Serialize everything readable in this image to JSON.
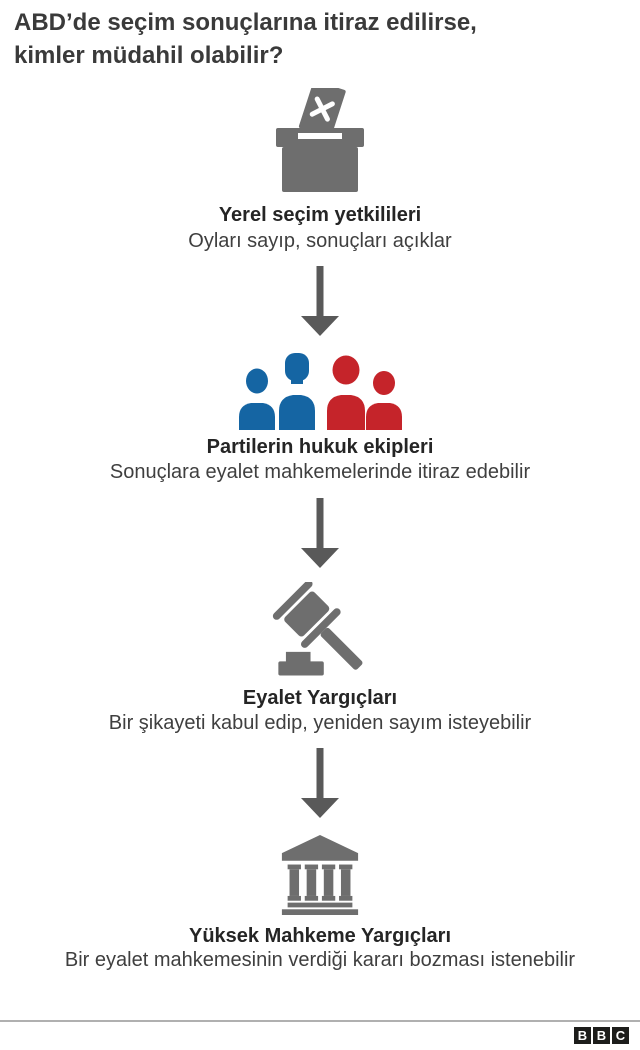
{
  "title": "ABD’de seçim sonuçlarına itiraz edilirse,\nkimler müdahil olabilir?",
  "steps": [
    {
      "icon": "ballot-box-icon",
      "heading": "Yerel seçim yetkilileri",
      "description": "Oyları sayıp, sonuçları açıklar"
    },
    {
      "icon": "party-people-icon",
      "heading": "Partilerin hukuk ekipleri",
      "description": "Sonuçlara eyalet mahkemelerinde itiraz edebilir"
    },
    {
      "icon": "gavel-icon",
      "heading": "Eyalet Yargıçları",
      "description": "Bir şikayeti kabul edip, yeniden sayım isteyebilir"
    },
    {
      "icon": "courthouse-icon",
      "heading": "Yüksek Mahkeme Yargıçları",
      "description": "Bir eyalet mahkemesinin verdiği kararı bozması istenebilir"
    }
  ],
  "footer": {
    "logo_letters": [
      "B",
      "B",
      "C"
    ]
  },
  "colors": {
    "icon_gray": "#6e6e6e",
    "arrow_gray": "#595959",
    "party_blue": "#1565a3",
    "party_red": "#c5242a",
    "title_text": "#3a3a3a",
    "heading_text": "#252525",
    "body_text": "#3f3f3f",
    "divider": "#b0b0b0",
    "logo_black": "#1d1d1b"
  }
}
